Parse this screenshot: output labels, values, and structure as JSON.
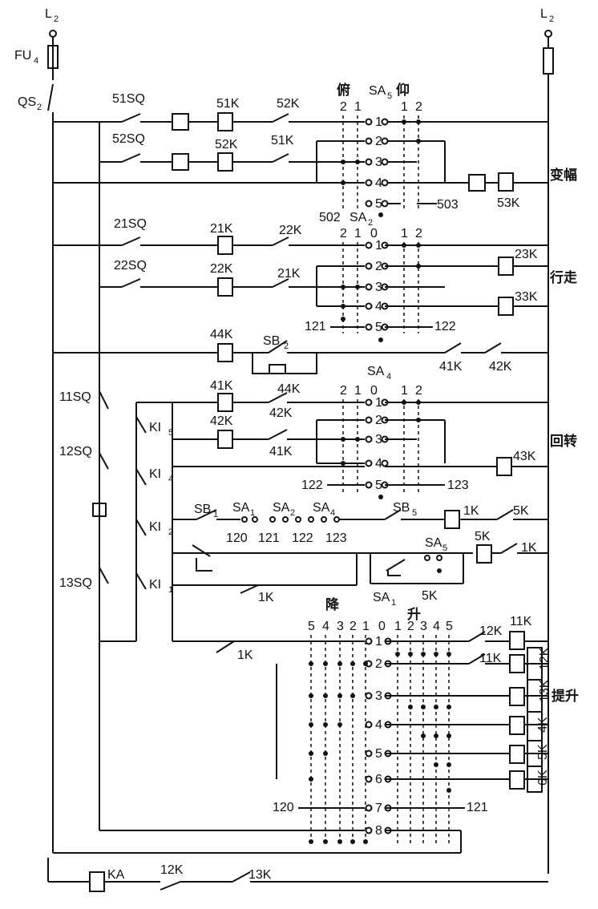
{
  "diagram": {
    "terminals": {
      "left": "L",
      "left_sub": "2",
      "right": "L",
      "right_sub": "2"
    },
    "fuse": {
      "label": "FU",
      "sub": "4"
    },
    "main_switch": {
      "label": "QS",
      "sub": "2"
    },
    "sections": {
      "luffing": "变幅",
      "travel": "行走",
      "slewing": "回转",
      "hoisting": "提升"
    },
    "switches": {
      "sa5": {
        "name": "SA",
        "sub": "5",
        "left": "俯",
        "right": "仰"
      },
      "sa2": {
        "name": "SA",
        "sub": "2",
        "prefix": "502"
      },
      "sa4": {
        "name": "SA",
        "sub": "4"
      },
      "hoist_left": "降",
      "hoist_right": "升"
    },
    "pos_row_a": [
      "2",
      "1",
      "1",
      "2"
    ],
    "pos_row_b": [
      "2",
      "1",
      "0",
      "1",
      "2"
    ],
    "pos_hoist": [
      "5",
      "4",
      "3",
      "2",
      "1",
      "0",
      "1",
      "2",
      "3",
      "4",
      "5"
    ],
    "rows5": [
      "1",
      "2",
      "3",
      "4",
      "5"
    ],
    "rows8": [
      "1",
      "2",
      "3",
      "4",
      "5",
      "6",
      "7",
      "8"
    ],
    "wire_numbers": {
      "w503": "503",
      "w121": "121",
      "w122": "122",
      "w123": "123",
      "w120": "120"
    },
    "components": {
      "sq51": "51SQ",
      "sq52": "52SQ",
      "k51": "51K",
      "k52": "52K",
      "k53": "53K",
      "sq21": "21SQ",
      "sq22": "22SQ",
      "k21": "21K",
      "k22": "22K",
      "k23": "23K",
      "k33": "33K",
      "k44": "44K",
      "k41": "41K",
      "k42": "42K",
      "k43": "43K",
      "sq11": "11SQ",
      "sq12": "12SQ",
      "sq13": "13SQ",
      "sb": "SB",
      "ki": "KI",
      "sa": "SA",
      "k1": "1K",
      "k5": "5K",
      "k11": "11K",
      "k12": "12K",
      "k13": "13K",
      "k14": "4K",
      "k15": "5K",
      "k16": "6K",
      "ka": "KA"
    }
  }
}
